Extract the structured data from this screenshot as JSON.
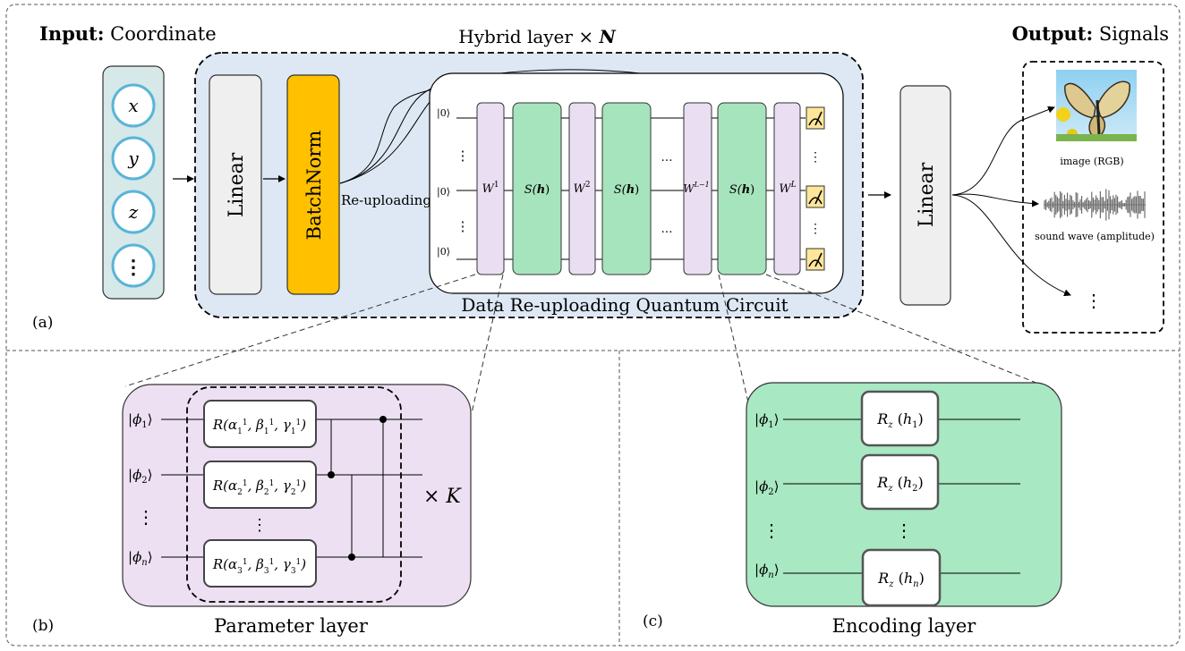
{
  "panel_a": {
    "input_bold": "Input:",
    "input_rest": " Coordinate",
    "output_bold": "Output:",
    "output_rest": " Signals",
    "hybrid_title": "Hybrid layer × ",
    "hybrid_n": "N",
    "coords": [
      "x",
      "y",
      "z",
      "⋮"
    ],
    "linear_label": "Linear",
    "batchnorm_label": "BatchNorm",
    "reuploading_label": "Re-uploading",
    "circuit_title": "Data Re-uploading Quantum Circuit",
    "ket0": "|0⟩",
    "vdots": "⋮",
    "hdots": "…",
    "w_base": "W",
    "w_sups": [
      "1",
      "2",
      "L−1",
      "L"
    ],
    "s_label_a": "S(",
    "s_label_b": "h",
    "s_label_c": ")",
    "output_linear": "Linear",
    "image_caption": "image (RGB)",
    "sound_caption": "sound wave (amplitude)",
    "tag": "(a)"
  },
  "panel_b": {
    "tag": "(b)",
    "title": "Parameter layer",
    "phi_sub": [
      "1",
      "2",
      "n"
    ],
    "rot_sub": [
      "1",
      "2",
      "3"
    ],
    "times_k": "× K",
    "vdots": "⋮"
  },
  "panel_c": {
    "tag": "(c)",
    "title": "Encoding layer",
    "phi_sub": [
      "1",
      "2",
      "n"
    ],
    "h_sub": [
      "1",
      "2",
      "n"
    ],
    "vdots": "⋮"
  },
  "colors": {
    "hybrid_bg": "#dde8f4",
    "input_bg": "#d6e8e8",
    "coord_circle": "#5ab4d8",
    "batchnorm": "#ffc000",
    "linear_bg": "#efefef",
    "w_gate": "#eadff2",
    "s_gate": "#a6e4bd",
    "measure": "#ffe699",
    "param_bg": "#ede0f2",
    "enc_bg": "#a8e8c2"
  }
}
